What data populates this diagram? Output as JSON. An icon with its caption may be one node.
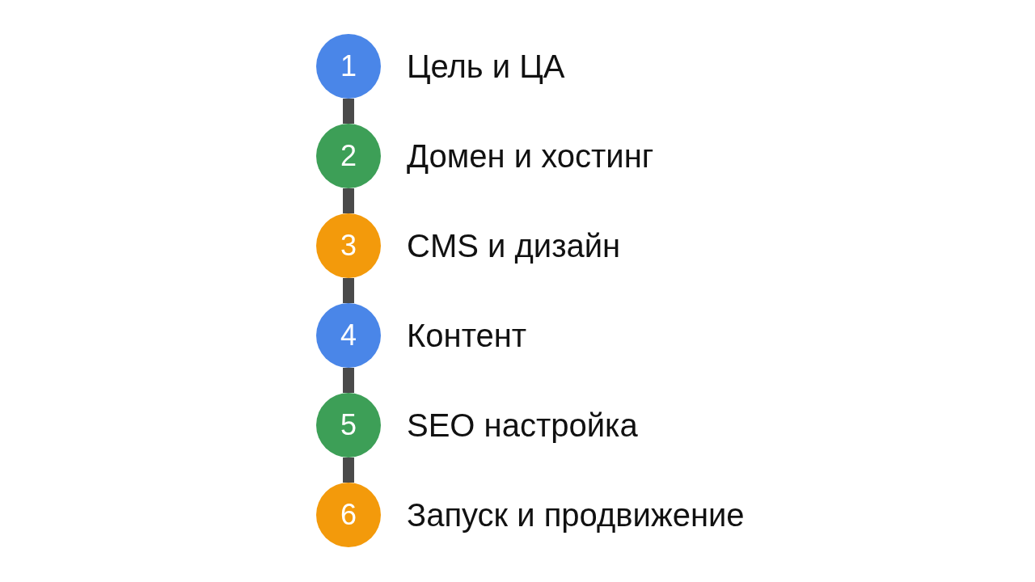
{
  "diagram": {
    "nodes": [
      {
        "text": [
          "1"
        ],
        "beside": [
          "Цель и ЦА"
        ]
      },
      {
        "text": [
          "2"
        ],
        "beside": [
          "Домен и хостинг"
        ]
      },
      {
        "text": [
          "3"
        ],
        "beside": [
          "CMS и дизайн"
        ]
      },
      {
        "text": [
          "4"
        ],
        "beside": [
          "Контент"
        ]
      },
      {
        "text": [
          "5"
        ],
        "beside": [
          "SEO настройка"
        ]
      },
      {
        "text": [
          "6"
        ],
        "beside": [
          "Запуск и продвижение"
        ]
      }
    ],
    "edges": [
      {
        "from": 0,
        "to": 1,
        "arrow": "none"
      },
      {
        "from": 1,
        "to": 2,
        "arrow": "none"
      },
      {
        "from": 2,
        "to": 3,
        "arrow": "none"
      },
      {
        "from": 3,
        "to": 4,
        "arrow": "none"
      },
      {
        "from": 4,
        "to": 5,
        "arrow": "none"
      }
    ]
  }
}
